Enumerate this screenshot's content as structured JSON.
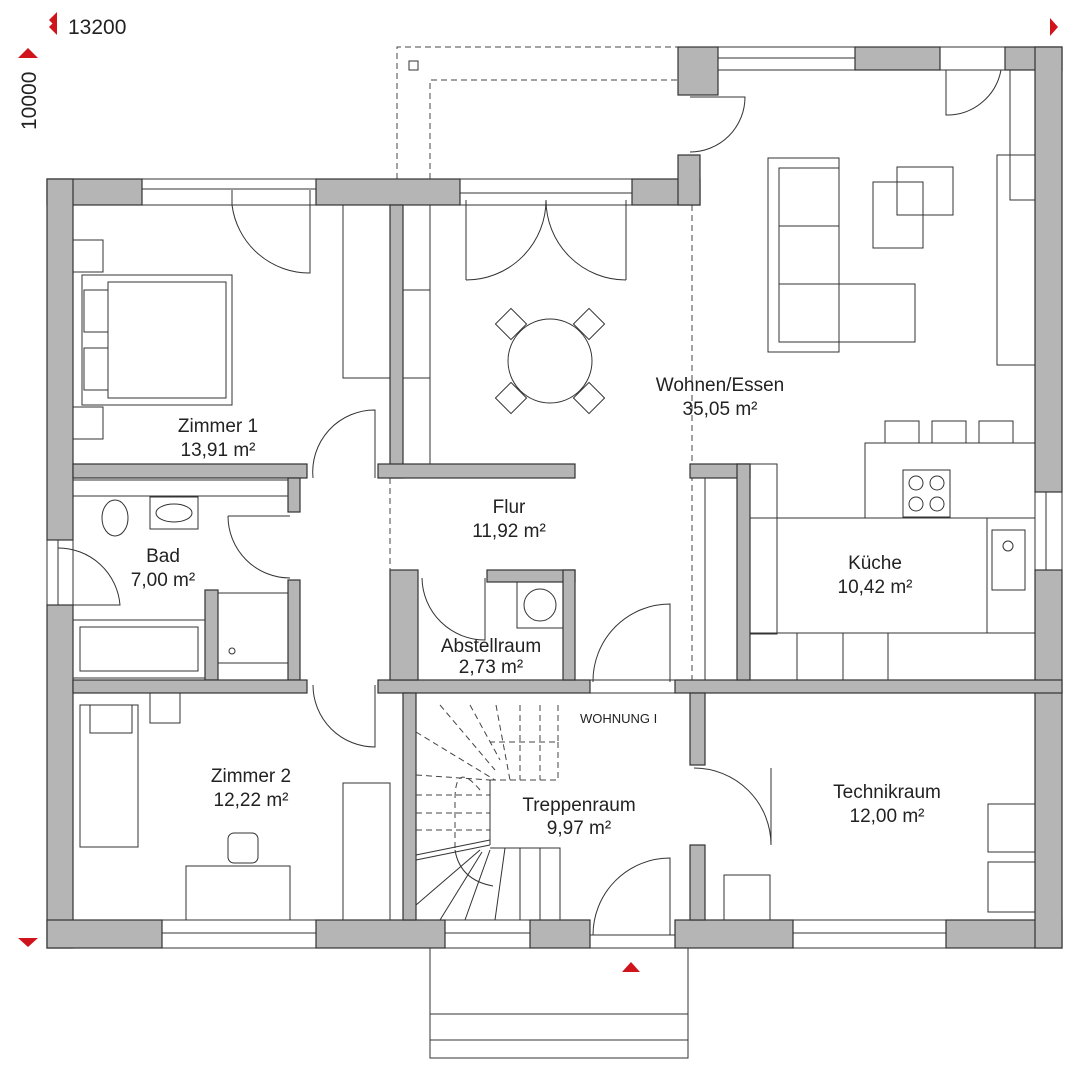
{
  "dimensions": {
    "width": "13200",
    "depth": "10000"
  },
  "apartment_label": "WOHNUNG I",
  "rooms": [
    {
      "name": "Zimmer 1",
      "area": "13,91 m²"
    },
    {
      "name": "Bad",
      "area": "7,00 m²"
    },
    {
      "name": "Zimmer 2",
      "area": "12,22 m²"
    },
    {
      "name": "Flur",
      "area": "11,92 m²"
    },
    {
      "name": "Abstellraum",
      "area": "2,73 m²"
    },
    {
      "name": "Wohnen/Essen",
      "area": "35,05 m²"
    },
    {
      "name": "Küche",
      "area": "10,42 m²"
    },
    {
      "name": "Treppenraum",
      "area": "9,97 m²"
    },
    {
      "name": "Technikraum",
      "area": "12,00 m²"
    }
  ],
  "colors": {
    "wall": "#b5b5b5",
    "marker": "#d0141c",
    "line": "#333333"
  }
}
